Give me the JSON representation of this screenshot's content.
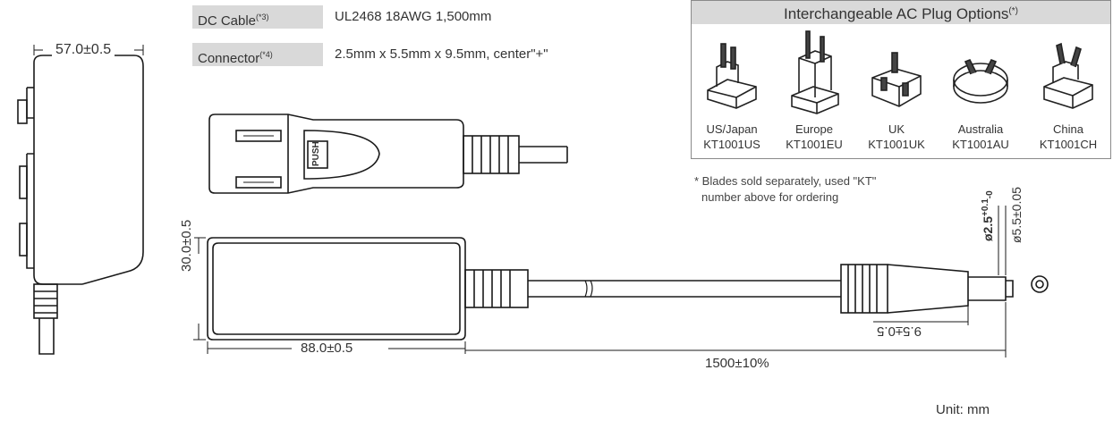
{
  "specs": [
    {
      "label": "DC Cable",
      "ref": "(*3)",
      "value": "UL2468 18AWG 1,500mm"
    },
    {
      "label": "Connector",
      "ref": "(*4)",
      "value": "2.5mm x 5.5mm x 9.5mm, center\"+\""
    }
  ],
  "plugs": {
    "title": "Interchangeable AC Plug Options",
    "title_ref": "(*)",
    "items": [
      {
        "name": "US/Japan",
        "code": "KT1001US",
        "icon": "us-plug-icon"
      },
      {
        "name": "Europe",
        "code": "KT1001EU",
        "icon": "eu-plug-icon"
      },
      {
        "name": "UK",
        "code": "KT1001UK",
        "icon": "uk-plug-icon"
      },
      {
        "name": "Australia",
        "code": "KT1001AU",
        "icon": "au-plug-icon"
      },
      {
        "name": "China",
        "code": "KT1001CH",
        "icon": "cn-plug-icon"
      }
    ]
  },
  "note": {
    "line1": "* Blades sold separately, used \"KT\"",
    "line2": "number above for ordering"
  },
  "dimensions": {
    "side_width": "57.0±0.5",
    "body_height": "30.0±0.5",
    "body_length": "88.0±0.5",
    "cable_length": "1500±10%",
    "plug_length": "9.5±0.5",
    "inner_diameter": "ø2.5",
    "inner_tol_plus": "+0.1",
    "inner_tol_minus": "-0",
    "outer_diameter": "ø5.5±0.05",
    "push_label": "PUSH"
  },
  "unit": "Unit: mm"
}
